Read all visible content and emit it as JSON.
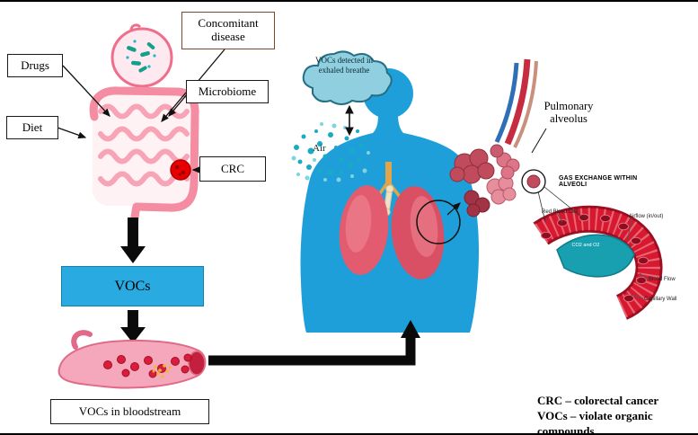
{
  "boxes": {
    "drugs": "Drugs",
    "diet": "Diet",
    "concomitant_disease": "Concomitant disease",
    "microbiome": "Microbiome",
    "crc": "CRC",
    "vocs": "VOCs",
    "vocs_in_bloodstream": "VOCs in bloodstream"
  },
  "breath": {
    "cloud_text": "VOCs detected in exhaled breathe",
    "air_label": "Air"
  },
  "alveoli": {
    "pulmonary_label": "Pulmonary alveolus",
    "gas_exchange_title": "GAS EXCHANGE WITHIN ALVEOLI",
    "labels": {
      "red_blood_cell": "Red Blood Cell",
      "airflow": "Airflow (in/out)",
      "blood_flow": "Blood Flow",
      "capillary_wall": "Capillary Wall",
      "inner": "CO2 and O2"
    }
  },
  "legend": {
    "line1": "CRC – colorectal cancer",
    "line2": "VOCs – violate organic compounds"
  },
  "colors": {
    "vocs_box": "#29ABE2",
    "torso": "#1E9FD9",
    "crc_dot": "#E80000",
    "intestine_pink": "#F48CA2",
    "capillary_red": "#D8182F",
    "alveolus_teal": "#18A0B0"
  }
}
